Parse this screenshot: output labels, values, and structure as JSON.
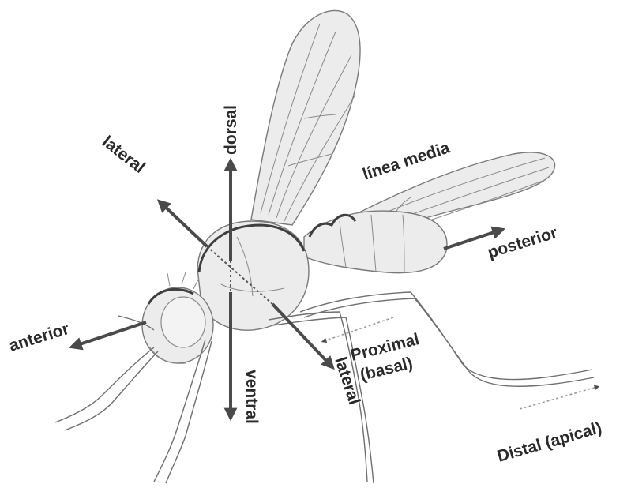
{
  "labels": {
    "dorsal": "dorsal",
    "lateral_top": "lateral",
    "linea_media": "línea media",
    "posterior": "posterior",
    "anterior": "anterior",
    "ventral": "ventral",
    "lateral_bottom": "lateral",
    "proximal": "Proximal",
    "basal": "(basal)",
    "distal": "Distal (apical)"
  },
  "colors": {
    "arrow": "#4a4a4a",
    "text": "#2a2a2a",
    "drawing": "#6f6f6f"
  }
}
